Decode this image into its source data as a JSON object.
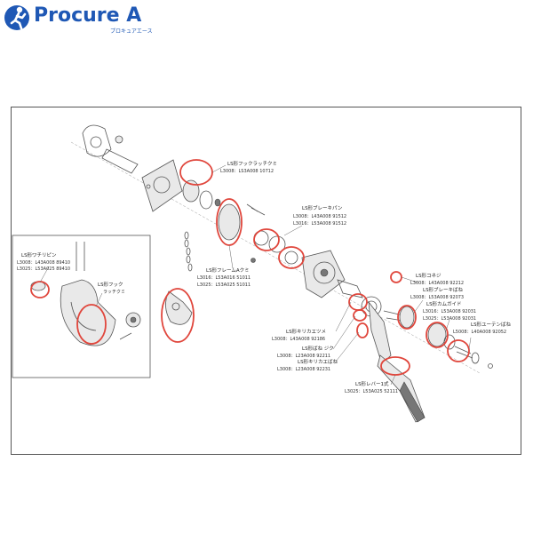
{
  "brand": {
    "name": "Procure A",
    "tagline": "プロキュアエース",
    "accent_color": "#1f58b5",
    "highlight_color": "#e0463c"
  },
  "labels": {
    "hook_latch": {
      "title": "LS形フックラッチクミ",
      "codes": [
        "L3008：LS3A008 10712"
      ]
    },
    "brake_pawl": {
      "title": "LS形ブレーキパン",
      "codes": [
        "L3008：L43A008 91512",
        "L3016：L53A008 91512"
      ]
    },
    "frame_a": {
      "title": "LS形フレームAクミ",
      "codes": [
        "L3016：L53A016 51011",
        "L3025：L53A025 51011"
      ]
    },
    "inset_pin": {
      "title": "LS形ワチリピン",
      "codes": [
        "L3008：L43A008 89410",
        "L3025：L53A025 89410"
      ]
    },
    "inset_hook": {
      "title": "LS形フック",
      "codes": [
        "ラッチクミ"
      ]
    },
    "ratchet_nut": {
      "title": "LS形コネジ",
      "codes": [
        "L3008：L43A008 92212"
      ]
    },
    "brake_spring": {
      "title": "LS形ブレーキばね",
      "codes": [
        "L3008：L53A008 92073"
      ]
    },
    "cam_guide": {
      "title": "LS形カムガイド",
      "codes": [
        "L3016：L53A008 92031",
        "L3025：L53A008 92031"
      ]
    },
    "uten_spring": {
      "title": "LS形ユーテンばね",
      "codes": [
        "L5008：L40A008 92052"
      ]
    },
    "kiri_washer": {
      "title": "LS形キリカエツメ",
      "codes": [
        "L3008：L43A008 92186"
      ]
    },
    "kiri_screw": {
      "title": "LS形ばね ジク",
      "codes": [
        "L3008：L23A008 92211"
      ]
    },
    "kiri_spring": {
      "title": "LS形キリカエばね",
      "codes": [
        "L3008：L23A008 92231"
      ]
    },
    "lever": {
      "title": "LS形レバー1式",
      "codes": [
        "L3025：L53A025 52111"
      ]
    }
  }
}
